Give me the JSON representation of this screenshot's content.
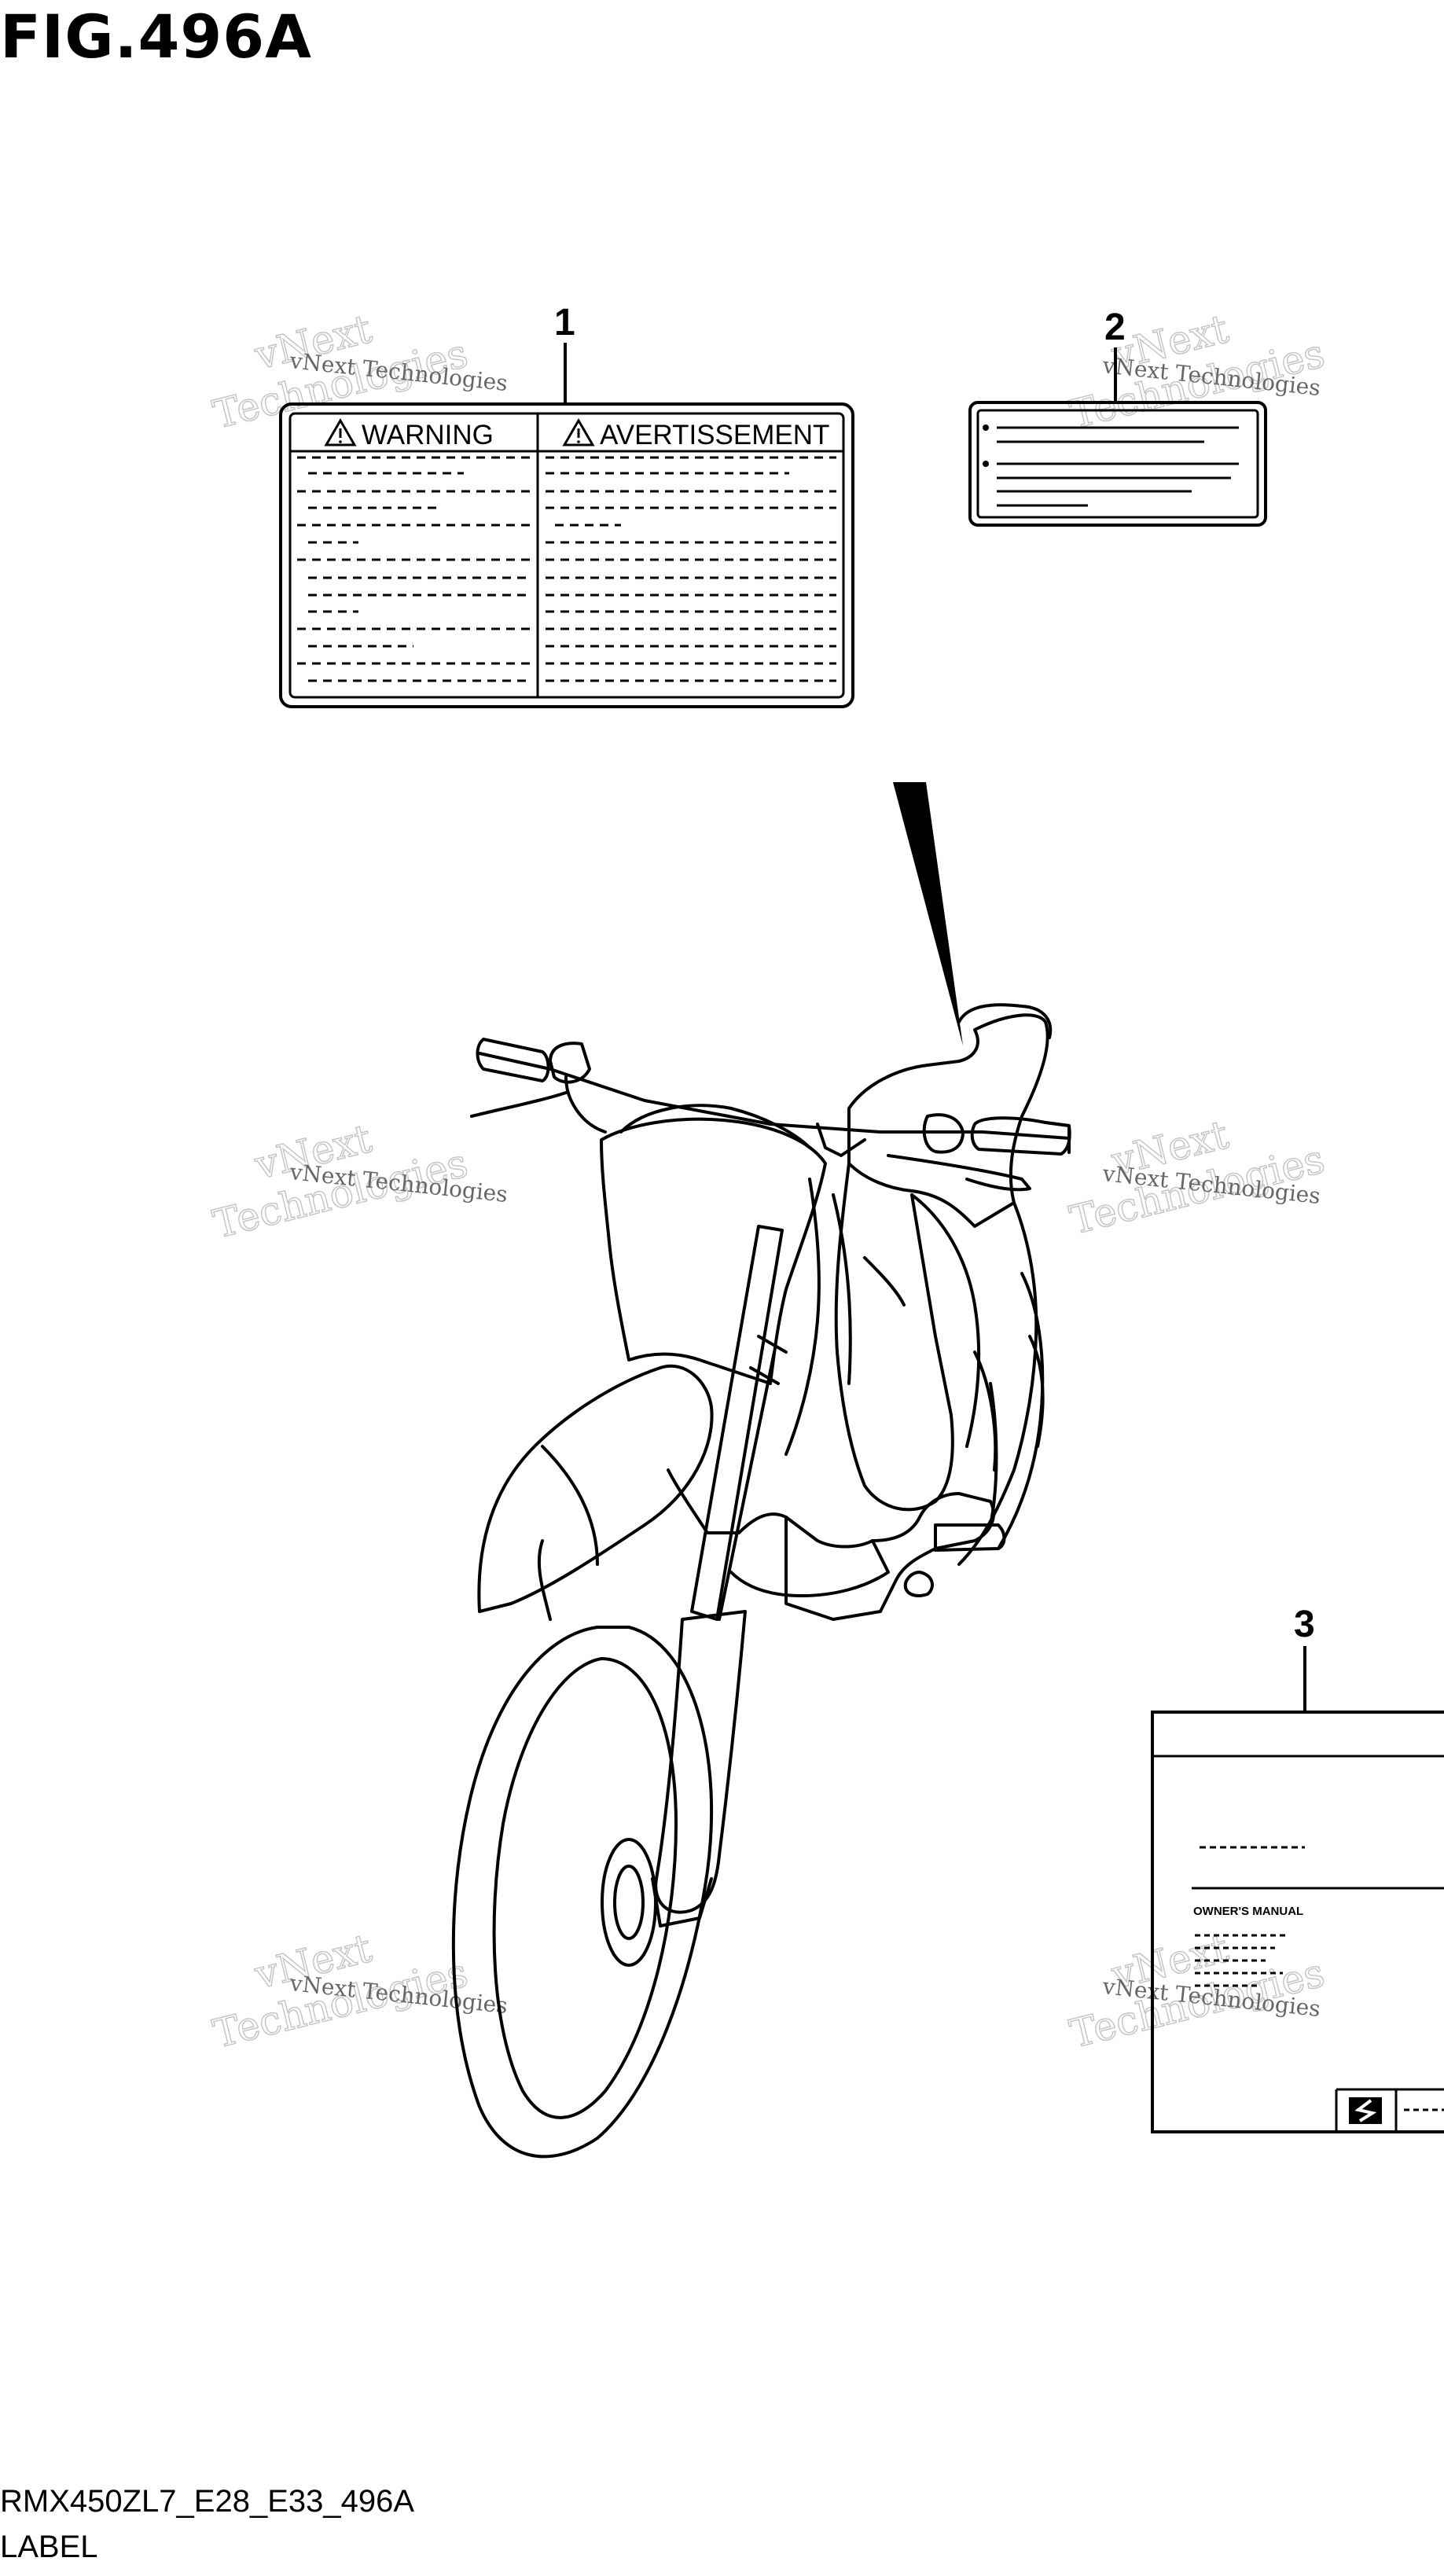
{
  "figure": {
    "title": "FIG.496A",
    "model_code": "RMX450ZL7_E28_E33_496A",
    "group_label": "LABEL"
  },
  "callouts": {
    "c1": "1",
    "c2": "2",
    "c3": "3"
  },
  "warning_label": {
    "left_heading": "WARNING",
    "right_heading": "AVERTISSEMENT"
  },
  "owners_manual": {
    "title": "OWNER'S MANUAL"
  },
  "watermark": {
    "line1": "vNext Technologies",
    "big1": "vNext",
    "big2": "Technologies"
  },
  "icons": {
    "warning_triangle": "warning-triangle-icon",
    "brand_logo": "suzuki-logo-icon"
  }
}
